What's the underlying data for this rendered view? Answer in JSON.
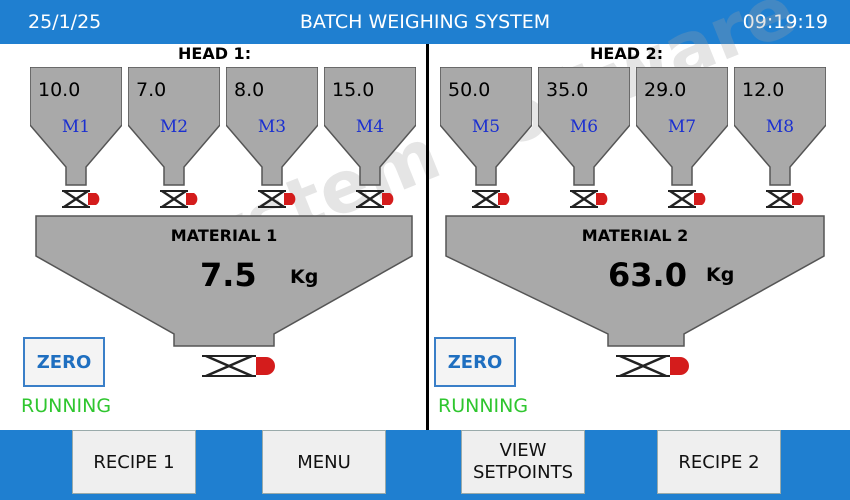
{
  "header": {
    "date": "25/1/25",
    "title": "BATCH WEIGHING SYSTEM",
    "time": "09:19:19"
  },
  "heads": [
    {
      "label": "HEAD 1:",
      "hoppers": [
        {
          "name": "M1",
          "weight": "10.0"
        },
        {
          "name": "M2",
          "weight": "7.0"
        },
        {
          "name": "M3",
          "weight": "8.0"
        },
        {
          "name": "M4",
          "weight": "15.0"
        }
      ],
      "material": "MATERIAL 1",
      "value": "7.5",
      "unit": "Kg",
      "zero_label": "ZERO",
      "status": "RUNNING"
    },
    {
      "label": "HEAD 2:",
      "hoppers": [
        {
          "name": "M5",
          "weight": "50.0"
        },
        {
          "name": "M6",
          "weight": "35.0"
        },
        {
          "name": "M7",
          "weight": "29.0"
        },
        {
          "name": "M8",
          "weight": "12.0"
        }
      ],
      "material": "MATERIAL 2",
      "value": "63.0",
      "unit": "Kg",
      "zero_label": "ZERO",
      "status": "RUNNING"
    }
  ],
  "nav": [
    "RECIPE 1",
    "MENU",
    "VIEW\nSETPOINTS",
    "RECIPE 2"
  ],
  "watermark": "system software",
  "colors": {
    "bar": "#1f7fd0",
    "hopper": "#a9a9a9",
    "valve": "#d41c1c",
    "status": "#2fc62f"
  }
}
